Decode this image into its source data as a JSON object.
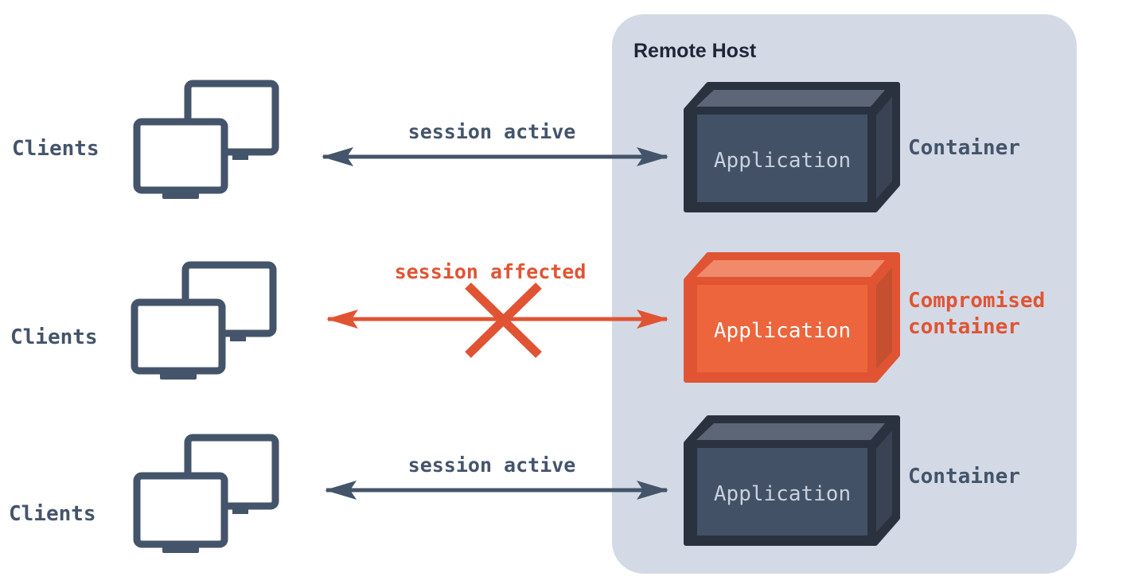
{
  "colors": {
    "dark": "#44546a",
    "host_bg": "#d3dae6",
    "box_dark": "#2a323f",
    "box_top": "#5c6677",
    "box_face": "#435167",
    "app_text": "#c9d0dc",
    "red": "#e05434",
    "red_face": "#ec653c",
    "red_top": "#f08a6b",
    "red_side": "#c5502f"
  },
  "host": {
    "title": "Remote Host"
  },
  "rows": [
    {
      "clients_label": "Clients",
      "session_label": "session active",
      "app_label": "Application",
      "container_label": "Container",
      "state": "normal"
    },
    {
      "clients_label": "Clients",
      "session_label": "session affected",
      "app_label": "Application",
      "container_label_line1": "Compromised",
      "container_label_line2": "container",
      "state": "compromised"
    },
    {
      "clients_label": "Clients",
      "session_label": "session active",
      "app_label": "Application",
      "container_label": "Container",
      "state": "normal"
    }
  ]
}
